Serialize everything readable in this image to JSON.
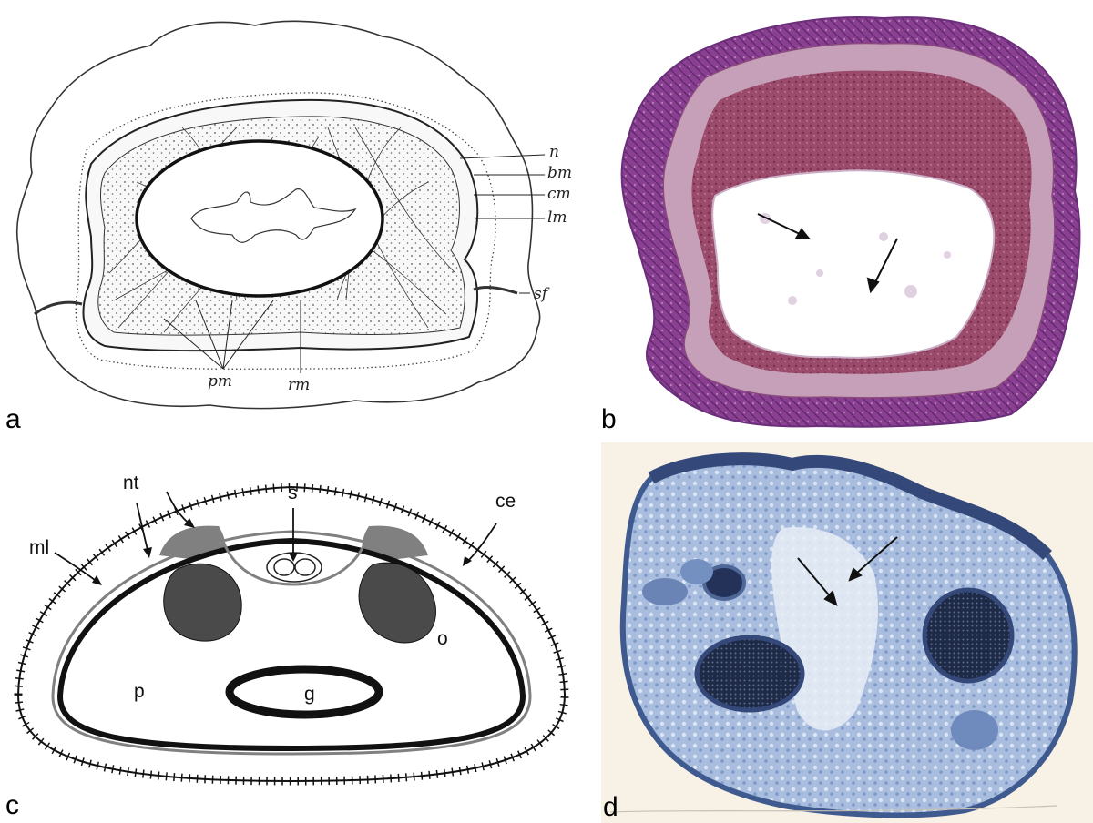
{
  "panels": {
    "a": {
      "label": "a",
      "annotations": {
        "n": "n",
        "bm": "bm",
        "cm": "cm",
        "lm": "lm",
        "sf": "sf",
        "pm": "pm",
        "rm": "rm"
      }
    },
    "b": {
      "label": "b"
    },
    "c": {
      "label": "c",
      "annotations": {
        "nt": "nt",
        "s": "s",
        "ce": "ce",
        "ml": "ml",
        "o": "o",
        "p": "p",
        "g": "g"
      }
    },
    "d": {
      "label": "d"
    }
  },
  "colors": {
    "stain_b_outer": "#8a3f92",
    "stain_b_inner": "#b06a8e",
    "stain_b_tissue": "#a04f6e",
    "stain_d_bg": "#f8f1e6",
    "stain_d_tissue": "#8fa6cf",
    "stain_d_dark": "#1e2a46",
    "schematic_grey": "#808080",
    "schematic_dark": "#4a4a4a"
  }
}
